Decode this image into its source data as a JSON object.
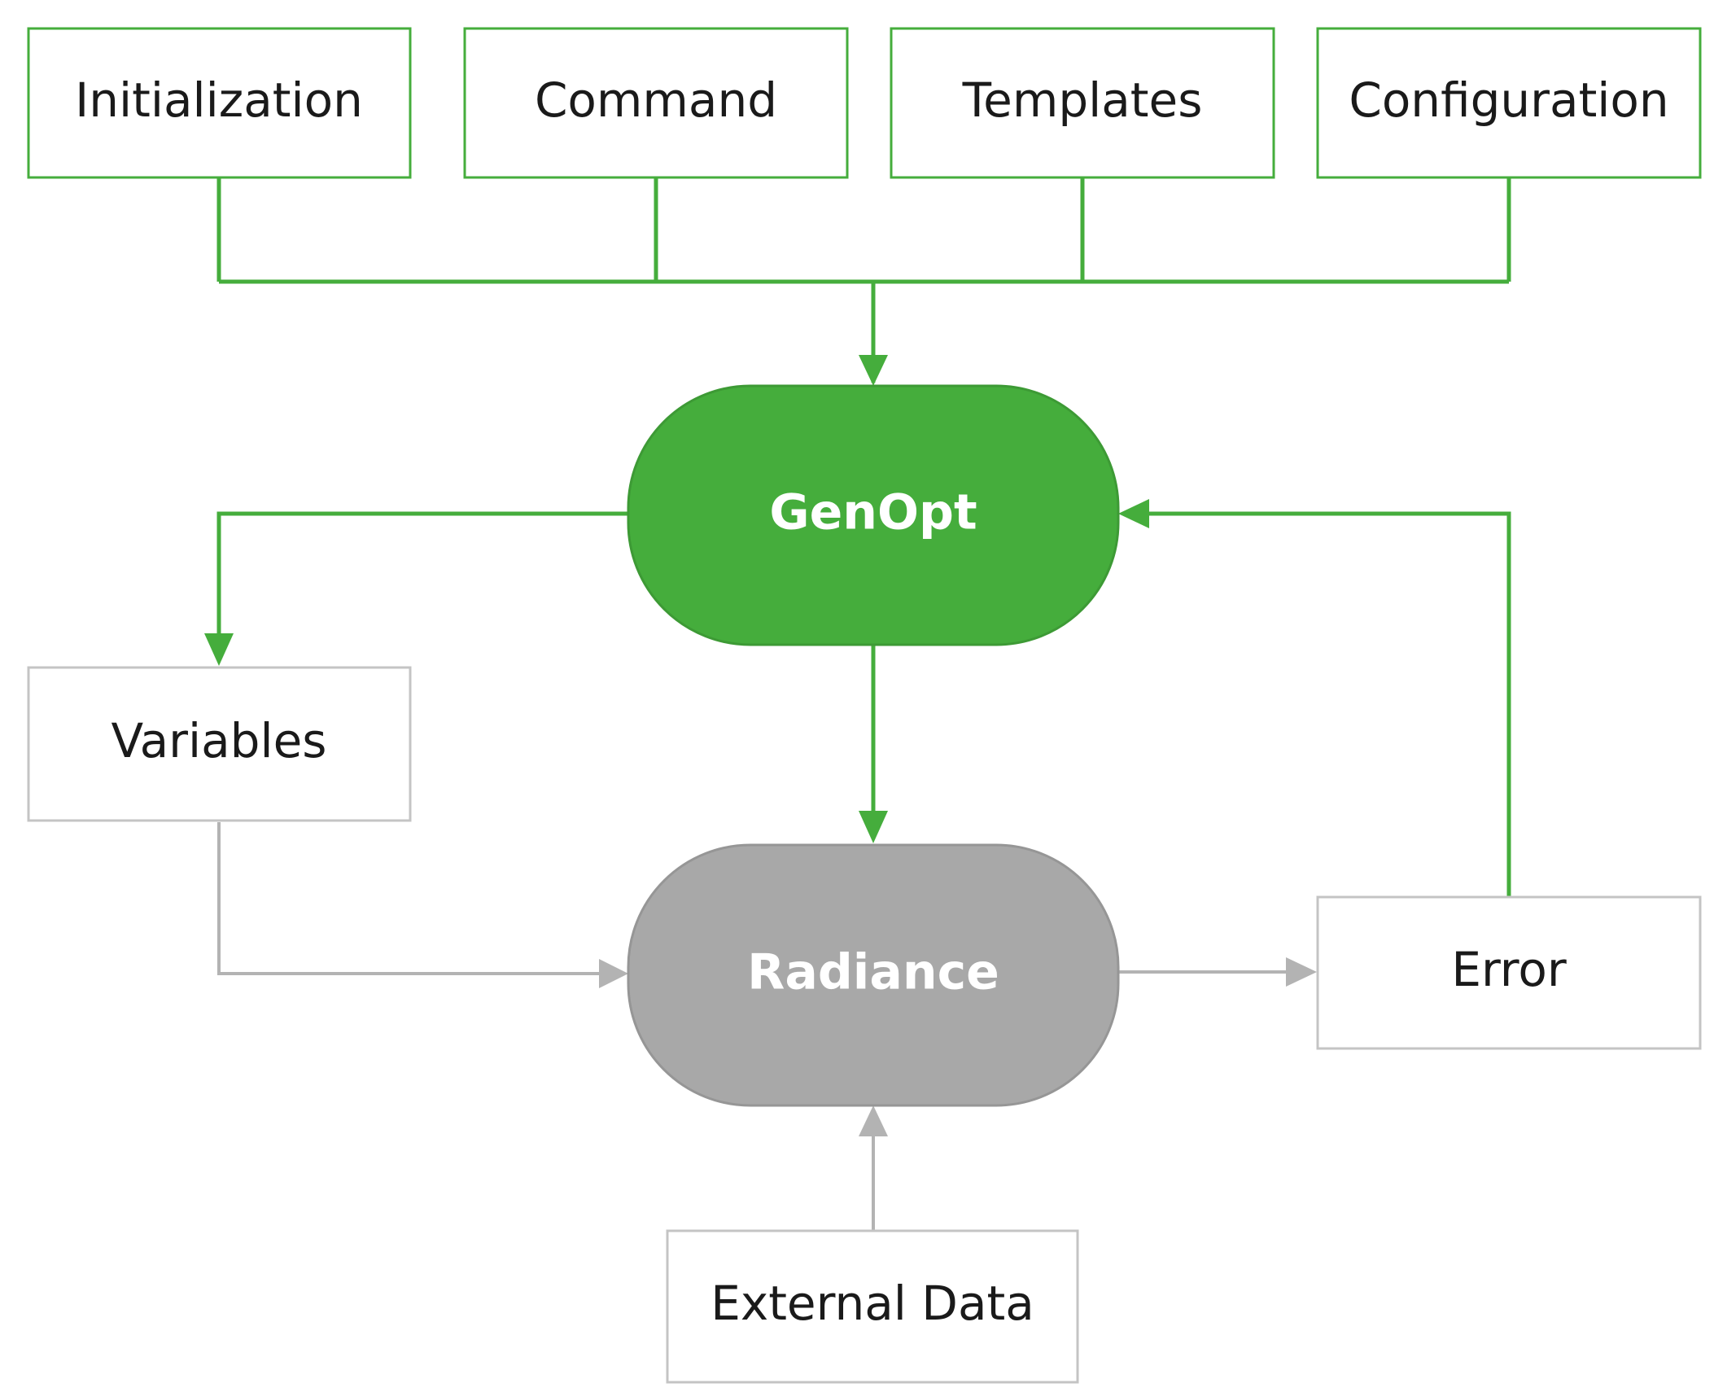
{
  "colors": {
    "green": "#45ad3c",
    "gray_fill": "#a8a8a8",
    "gray_line": "#b3b3b3",
    "gray_border": "#c4c4c4",
    "text": "#1a1a1a",
    "node_text": "#ffffff"
  },
  "inputs": {
    "initialization": "Initialization",
    "command": "Command",
    "templates": "Templates",
    "configuration": "Configuration"
  },
  "nodes": {
    "genopt": "GenOpt",
    "radiance": "Radiance"
  },
  "boxes": {
    "variables": "Variables",
    "error": "Error",
    "external_data": "External Data"
  }
}
